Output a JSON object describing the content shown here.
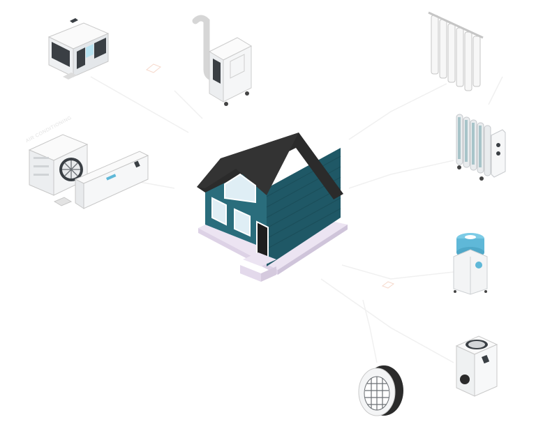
{
  "scene": {
    "center": {
      "icon": "house-icon"
    },
    "appliances": [
      {
        "id": "window-ac",
        "icon": "window-air-conditioner-icon"
      },
      {
        "id": "portable-ac",
        "icon": "portable-air-conditioner-icon"
      },
      {
        "id": "split-ac",
        "icon": "split-air-conditioner-icon"
      },
      {
        "id": "panel-radiator",
        "icon": "panel-radiator-icon"
      },
      {
        "id": "oil-heater",
        "icon": "oil-filled-heater-icon"
      },
      {
        "id": "humidifier",
        "icon": "humidifier-icon"
      },
      {
        "id": "air-purifier",
        "icon": "air-purifier-icon"
      },
      {
        "id": "fan-heater",
        "icon": "fan-heater-icon"
      }
    ],
    "faint_label": "AIR CONDITIONING",
    "colors": {
      "house_wall": "#2a6d7c",
      "house_roof": "#2b2b2b",
      "foundation": "#ece4f2",
      "appliance_light": "#f4f5f6",
      "appliance_shadow": "#d9dcdf",
      "accent_blue": "#5fb8d8",
      "connector_line": "#efefef"
    }
  }
}
